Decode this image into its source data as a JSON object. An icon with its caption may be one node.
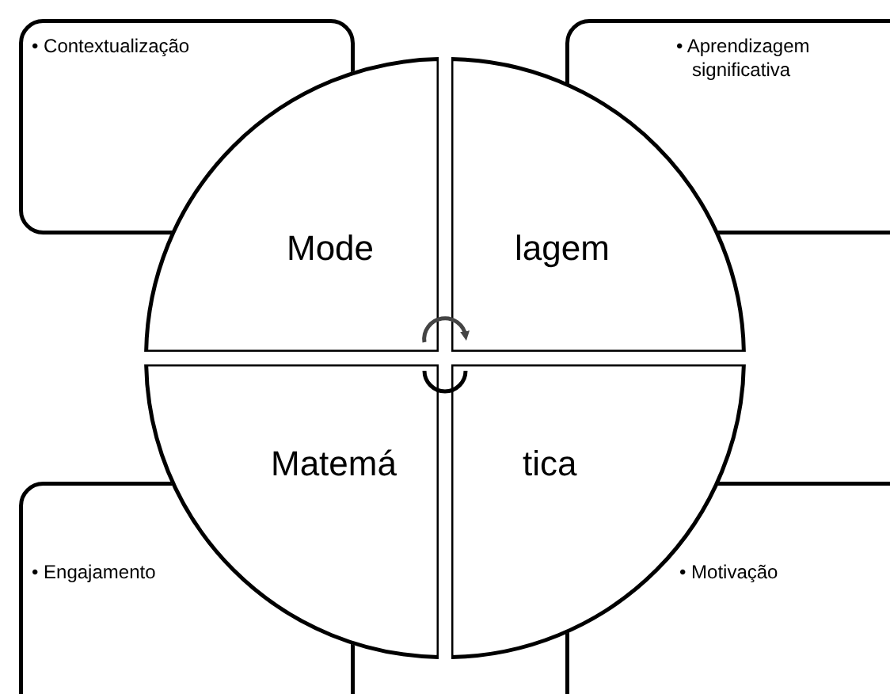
{
  "diagram": {
    "nodes": [
      {
        "text": [
          "• Contextualização"
        ]
      },
      {
        "text": [
          "• Aprendizagem significativa"
        ]
      },
      {
        "text": [
          "• Engajamento"
        ]
      },
      {
        "text": [
          "• Motivação"
        ]
      },
      {
        "text": [
          "Mode"
        ]
      },
      {
        "text": [
          "lagem"
        ]
      },
      {
        "text": [
          "Matemá"
        ]
      },
      {
        "text": [
          "tica"
        ]
      }
    ]
  }
}
